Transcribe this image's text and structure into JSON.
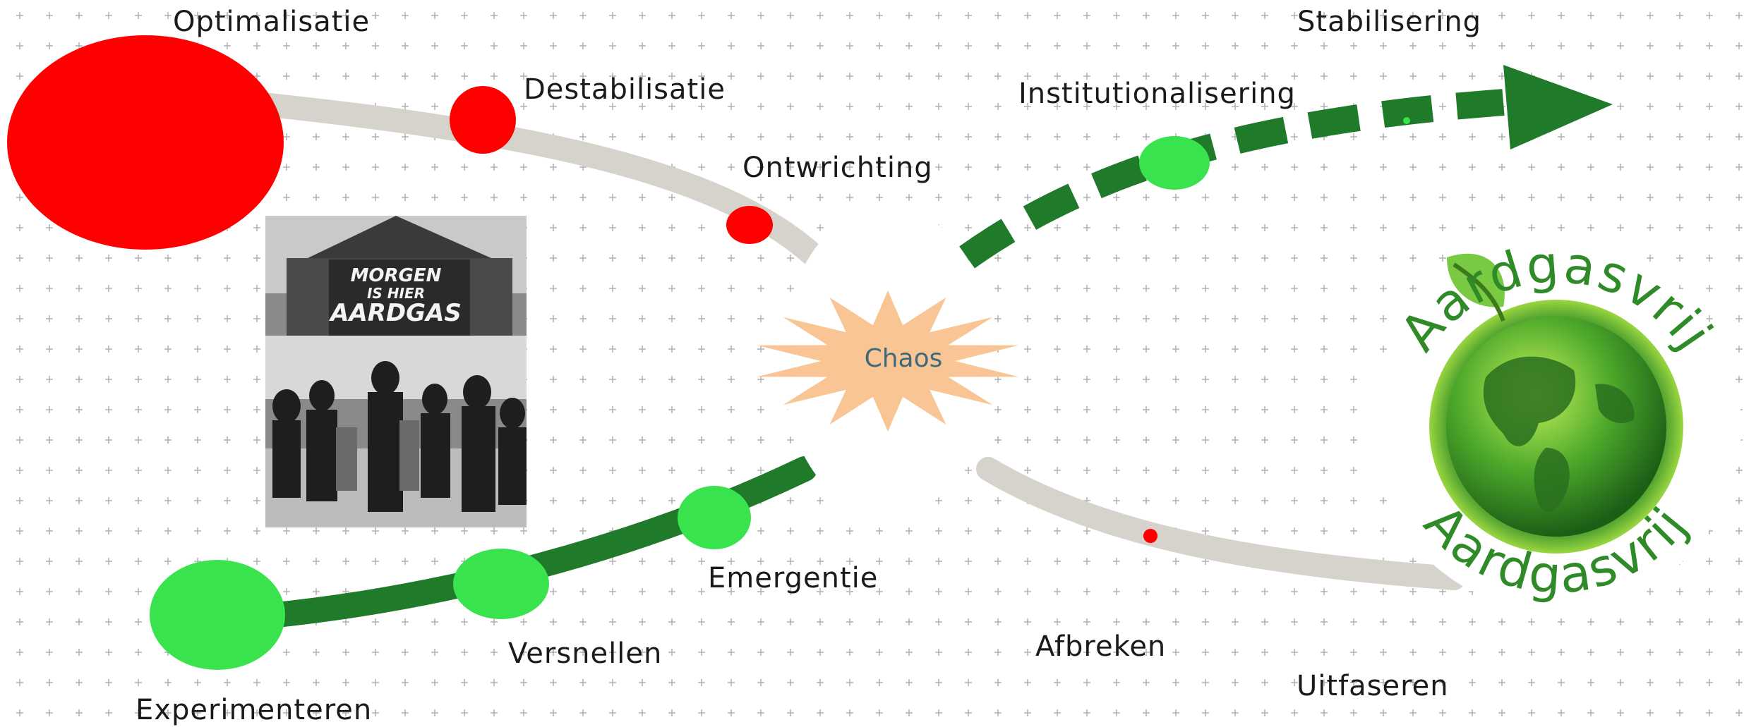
{
  "labels": {
    "optimalisatie": "Optimalisatie",
    "destabilisatie": "Destabilisatie",
    "ontwrichting": "Ontwrichting",
    "chaos": "Chaos",
    "emergentie": "Emergentie",
    "versnellen": "Versnellen",
    "experimenteren": "Experimenteren",
    "institutionalisering": "Institutionalisering",
    "stabilisering": "Stabilisering",
    "afbreken": "Afbreken",
    "uitfaseren": "Uitfaseren"
  },
  "photo": {
    "sign_line1": "MORGEN",
    "sign_line2": "IS HIER",
    "sign_line3": "AARDGAS"
  },
  "badge": {
    "text": "Aardgasvrij"
  },
  "colors": {
    "decline_path": "#d5d3cb",
    "decline_dots": "#fe0000",
    "rise_path": "#1f7a2a",
    "rise_dots": "#39e34d",
    "chaos_star": "#f9c595",
    "chaos_text": "#3d6a7a",
    "grid": "#b0b0b0"
  }
}
